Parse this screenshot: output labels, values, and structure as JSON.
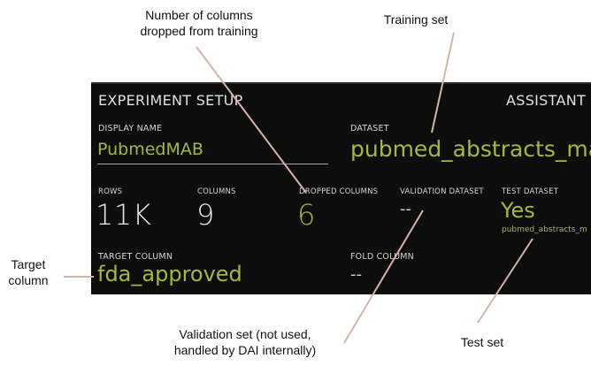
{
  "header": {
    "title": "EXPERIMENT SETUP",
    "assistant": "ASSISTANT"
  },
  "display_name": {
    "label": "DISPLAY NAME",
    "value": "PubmedMAB"
  },
  "dataset": {
    "label": "DATASET",
    "value": "pubmed_abstracts_mat"
  },
  "rows": {
    "label": "ROWS",
    "value": "11K"
  },
  "columns": {
    "label": "COLUMNS",
    "value": "9"
  },
  "dropped_columns": {
    "label": "DROPPED COLUMNS",
    "value": "6"
  },
  "validation_dataset": {
    "label": "VALIDATION DATASET",
    "value": "--"
  },
  "test_dataset": {
    "label": "TEST DATASET",
    "value": "Yes",
    "name": "pubmed_abstracts_m"
  },
  "target_column": {
    "label": "TARGET COLUMN",
    "value": "fda_approved"
  },
  "fold_column": {
    "label": "FOLD COLUMN",
    "value": "--"
  },
  "annotations": {
    "dropped": "Number of columns\ndropped from training",
    "training": "Training set",
    "target": "Target\ncolumn",
    "validation": "Validation set (not used,\nhandled by DAI internally)",
    "test": "Test set"
  },
  "colors": {
    "accent": "#a4b93a",
    "panel_bg": "#0d0d0d",
    "line": "#d4b3ac"
  }
}
